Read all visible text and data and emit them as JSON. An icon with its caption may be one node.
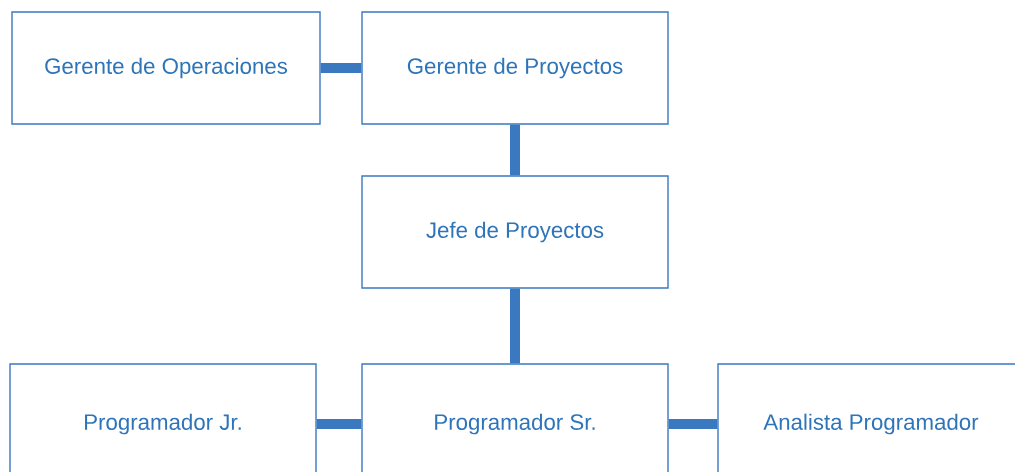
{
  "diagram": {
    "nodes": [
      {
        "text": [
          "Gerente de Operaciones"
        ]
      },
      {
        "text": [
          "Gerente de Proyectos"
        ]
      },
      {
        "text": [
          "Jefe de Proyectos"
        ]
      },
      {
        "text": [
          "Programador Jr."
        ]
      },
      {
        "text": [
          "Programador Sr."
        ]
      },
      {
        "text": [
          "Analista Programador"
        ]
      }
    ],
    "edges": [
      {
        "from": 0,
        "to": 1,
        "arrow": "none"
      },
      {
        "from": 1,
        "to": 2,
        "arrow": "none"
      },
      {
        "from": 2,
        "to": 4,
        "arrow": "none"
      },
      {
        "from": 3,
        "to": 4,
        "arrow": "none"
      },
      {
        "from": 4,
        "to": 5,
        "arrow": "none"
      }
    ]
  }
}
